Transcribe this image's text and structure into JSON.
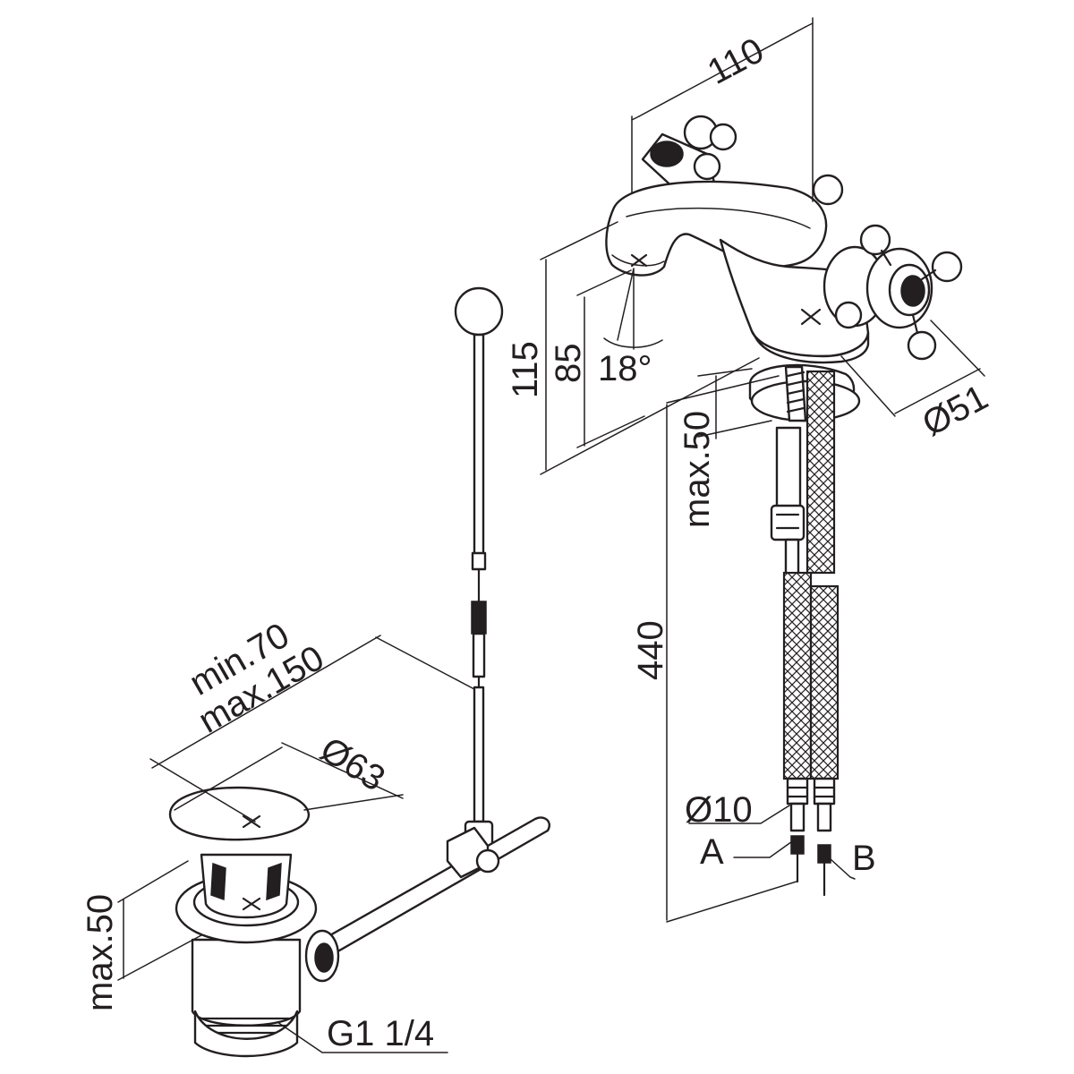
{
  "dimensions": {
    "width_top": "110",
    "height_total": "115",
    "height_spout": "85",
    "spout_angle": "18°",
    "mixer_diameter": "Ø51",
    "mount_thickness": "max.50",
    "hose_length": "440",
    "hose_diameter": "Ø10",
    "hose_a": "A",
    "hose_b": "B",
    "rod_min": "min.70",
    "rod_max": "max.150",
    "plug_diameter": "Ø63",
    "waste_height": "max.50",
    "thread": "G1 1/4"
  }
}
